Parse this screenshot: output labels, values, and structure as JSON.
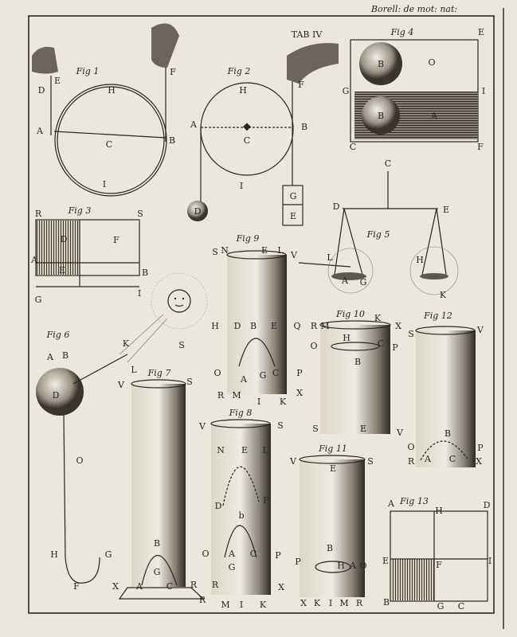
{
  "plate": {
    "header": "Borell: de mot: nat:",
    "title": "TAB IV"
  },
  "figures": {
    "fig1": {
      "caption": "Fig 1",
      "labels": [
        "D",
        "E",
        "H",
        "A",
        "C",
        "B",
        "I",
        "F"
      ]
    },
    "fig2": {
      "caption": "Fig 2",
      "labels": [
        "H",
        "A",
        "C",
        "B",
        "I",
        "F",
        "D",
        "G",
        "E"
      ]
    },
    "fig3": {
      "caption": "Fig 3",
      "labels": [
        "R",
        "S",
        "D",
        "F",
        "A",
        "E",
        "B",
        "G",
        "I"
      ]
    },
    "fig4": {
      "caption": "Fig 4",
      "labels": [
        "E",
        "B",
        "O",
        "G",
        "I",
        "B",
        "A",
        "C",
        "F"
      ]
    },
    "fig5": {
      "caption": "Fig 5",
      "labels": [
        "C",
        "D",
        "E",
        "L",
        "H",
        "A",
        "G",
        "K"
      ]
    },
    "fig6": {
      "caption": "Fig 6",
      "labels": [
        "A",
        "B",
        "D",
        "K",
        "S",
        "O",
        "H",
        "G",
        "F"
      ]
    },
    "fig7": {
      "caption": "Fig 7",
      "labels": [
        "L",
        "V",
        "S",
        "B",
        "G",
        "X",
        "A",
        "C",
        "R",
        "R"
      ]
    },
    "fig8": {
      "caption": "Fig 8",
      "labels": [
        "V",
        "S",
        "N",
        "E",
        "L",
        "D",
        "F",
        "b",
        "O",
        "A",
        "C",
        "P",
        "G",
        "R",
        "X",
        "M",
        "I",
        "K"
      ]
    },
    "fig9": {
      "caption": "Fig 9",
      "labels": [
        "S",
        "N",
        "E",
        "L",
        "V",
        "H",
        "D",
        "B",
        "E",
        "Q",
        "O",
        "A",
        "G",
        "C",
        "P",
        "R",
        "M",
        "I",
        "K",
        "X"
      ]
    },
    "fig10": {
      "caption": "Fig 10",
      "labels": [
        "R",
        "M",
        "K",
        "X",
        "O",
        "H",
        "C",
        "P",
        "B",
        "S",
        "E",
        "V"
      ]
    },
    "fig11": {
      "caption": "Fig 11",
      "labels": [
        "V",
        "S",
        "E",
        "B",
        "P",
        "H",
        "A",
        "O",
        "X",
        "K",
        "I",
        "M",
        "R"
      ]
    },
    "fig12": {
      "caption": "Fig 12",
      "labels": [
        "S",
        "V",
        "O",
        "B",
        "P",
        "R",
        "A",
        "C",
        "X"
      ]
    },
    "fig13": {
      "caption": "Fig 13",
      "labels": [
        "A",
        "H",
        "D",
        "E",
        "F",
        "I",
        "B",
        "G",
        "C"
      ]
    }
  }
}
